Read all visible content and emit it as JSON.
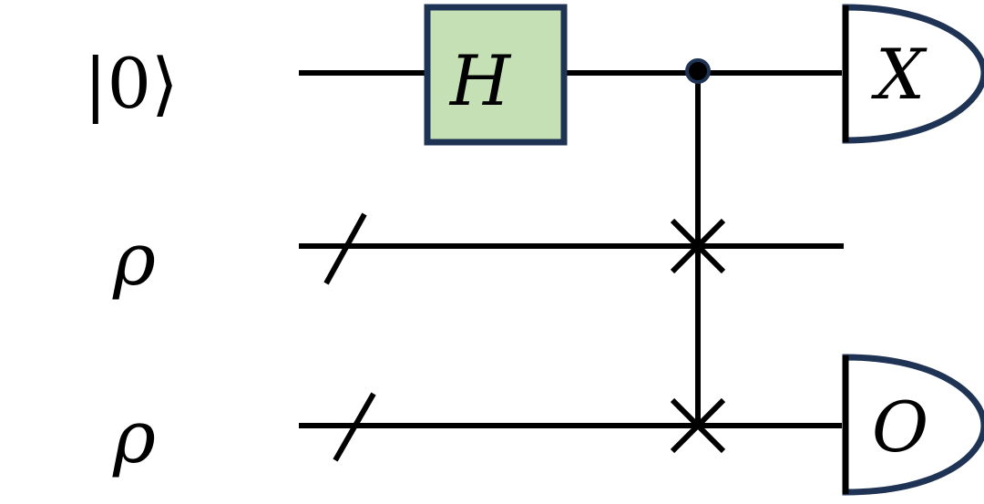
{
  "wires": [
    {
      "label": "|0⟩",
      "italic": false
    },
    {
      "label": "ρ",
      "italic": true
    },
    {
      "label": "ρ",
      "italic": true
    }
  ],
  "gates": {
    "hadamard": {
      "label": "H"
    },
    "measure_top": {
      "label": "X"
    },
    "measure_bottom": {
      "label": "O"
    }
  },
  "colors": {
    "gate_fill": "#c5e0b4",
    "gate_border": "#1f3354",
    "wire": "#000000"
  },
  "icons": {
    "control": "control-dot-icon",
    "swap": "swap-cross-icon",
    "meter": "measurement-meter-icon",
    "bundle": "qubit-register-slash-icon"
  }
}
